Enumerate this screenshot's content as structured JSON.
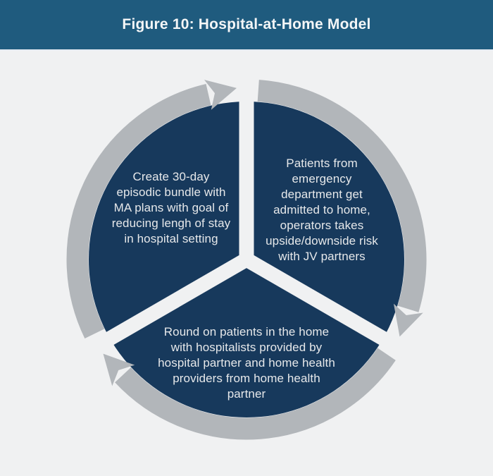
{
  "header": {
    "title": "Figure 10: Hospital-at-Home Model"
  },
  "diagram": {
    "type": "circular-cycle",
    "flow_direction": "clockwise",
    "segment_count": 3,
    "sectors": [
      {
        "position": "upper-left",
        "text": "Create 30-day\nepisodic bundle with\nMA plans with goal of\nreducing lengh of stay\nin hospital setting"
      },
      {
        "position": "upper-right",
        "text": "Patients from\nemergency\ndepartment get\nadmitted to home,\noperators takes\nupside/downside risk\nwith JV partners"
      },
      {
        "position": "bottom",
        "text": "Round on patients in the home\nwith hospitalists provided by\nhospital partner and home health\nproviders from home health\npartner"
      }
    ],
    "icons": [
      "clockwise-arrow-top",
      "clockwise-arrow-lower-right",
      "clockwise-arrow-lower-left"
    ],
    "colors": {
      "header_bg": "#1f5b7e",
      "sector_fill": "#17395c",
      "arrow_ring": "#b2b6ba",
      "background": "#f0f1f2",
      "sector_text": "#e6e8ea",
      "title_text": "#f4f6f7"
    }
  }
}
